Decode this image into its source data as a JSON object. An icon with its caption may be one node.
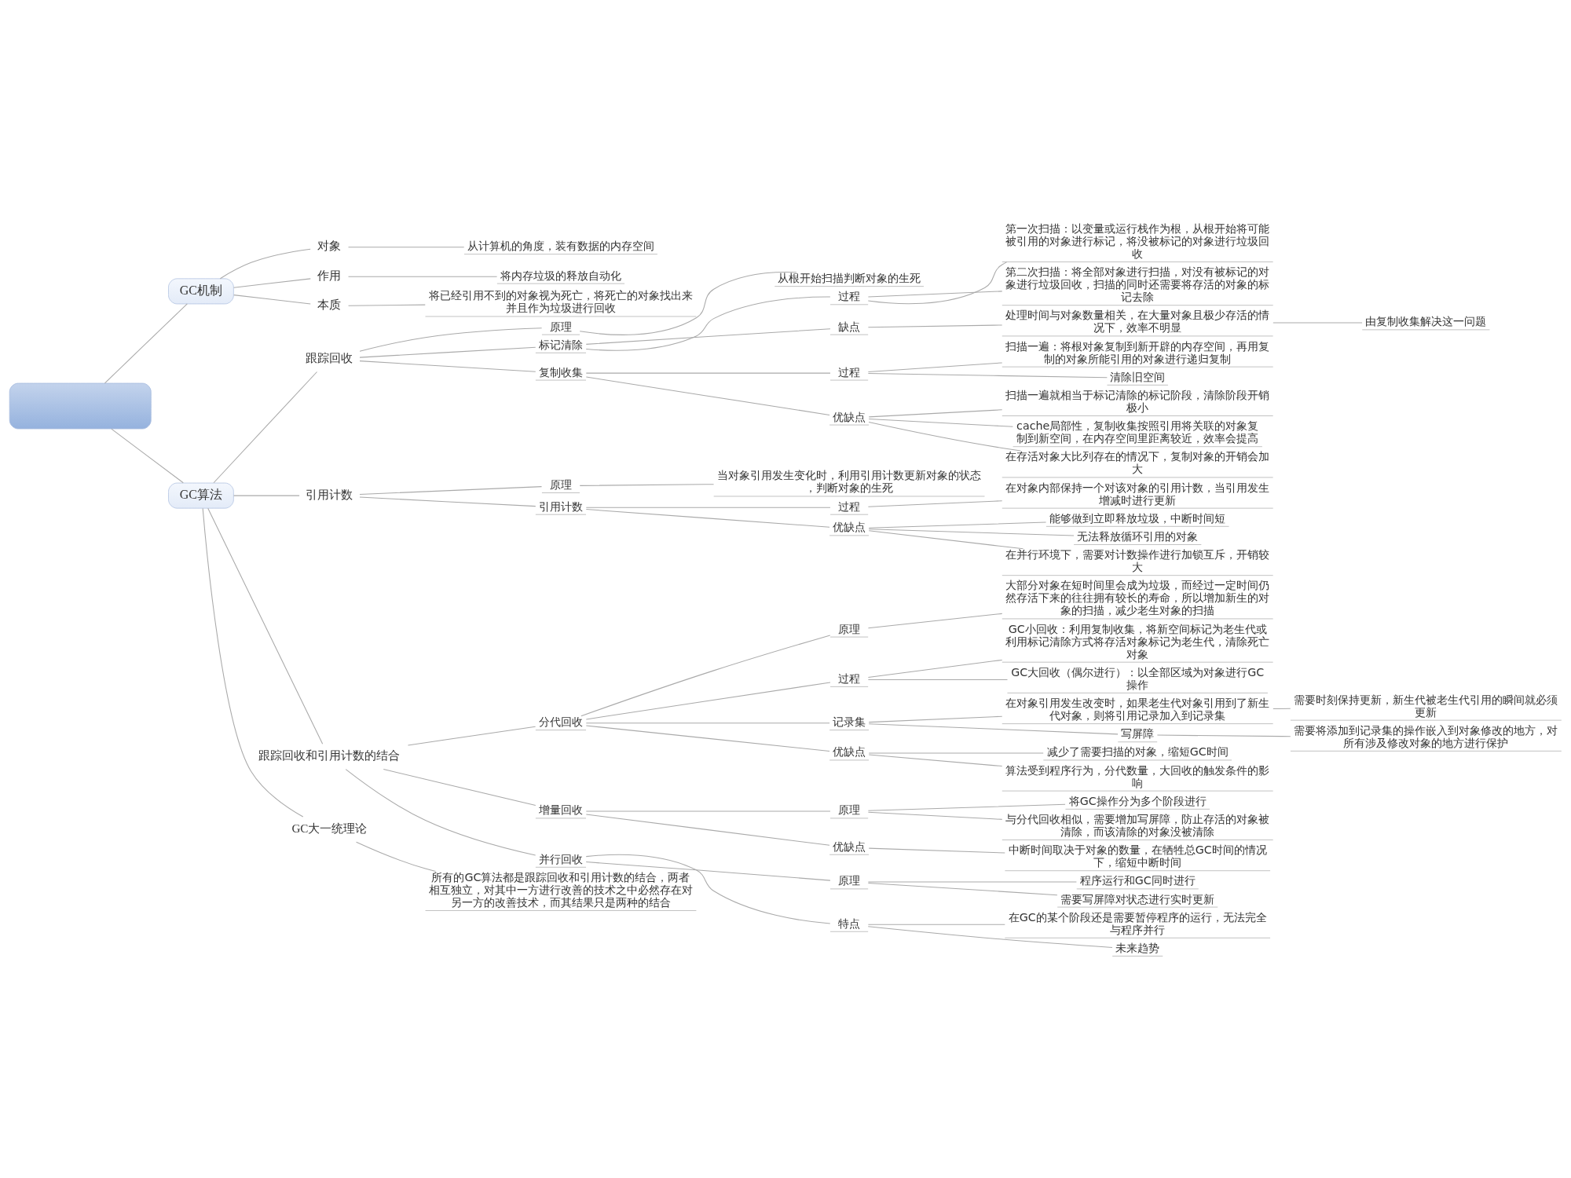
{
  "diagram": {
    "nodes": [
      {
        "text": [],
        "shape": "box"
      },
      {
        "text": [
          "GC机制"
        ]
      },
      {
        "text": [
          "对象"
        ]
      },
      {
        "text": [
          "从计算机的角度，装有数据的内存空间"
        ]
      },
      {
        "text": [
          "作用"
        ]
      },
      {
        "text": [
          "将内存垃圾的释放自动化"
        ]
      },
      {
        "text": [
          "本质"
        ]
      },
      {
        "text": [
          "将已经引用不到的对象视为死亡，将死亡的对象找出来并且作为垃圾进行回收"
        ]
      },
      {
        "text": [
          "GC算法"
        ]
      },
      {
        "text": [
          "跟踪回收"
        ]
      },
      {
        "text": [
          "原理"
        ]
      },
      {
        "text": [
          "从根开始扫描判断对象的生死"
        ]
      },
      {
        "text": [
          "标记清除"
        ]
      },
      {
        "text": [
          "过程"
        ]
      },
      {
        "text": [
          "第一次扫描：以变量或运行栈作为根，从根开始将可能被引用的对象进行标记，将没被标记的对象进行垃圾回收"
        ]
      },
      {
        "text": [
          "第二次扫描：将全部对象进行扫描，对没有被标记的对象进行垃圾回收，扫描的同时还需要将存活的对象的标记去除"
        ]
      },
      {
        "text": [
          "缺点"
        ]
      },
      {
        "text": [
          "处理时间与对象数量相关，在大量对象且极少存活的情况下，效率不明显"
        ]
      },
      {
        "text": [
          "由复制收集解决这一问题"
        ]
      },
      {
        "text": [
          "复制收集"
        ]
      },
      {
        "text": [
          "过程"
        ]
      },
      {
        "text": [
          "扫描一遍：将根对象复制到新开辟的内存空间，再用复制的对象所能引用的对象进行递归复制"
        ]
      },
      {
        "text": [
          "清除旧空间"
        ]
      },
      {
        "text": [
          "优缺点"
        ]
      },
      {
        "text": [
          "扫描一遍就相当于标记清除的标记阶段，清除阶段开销极小"
        ]
      },
      {
        "text": [
          "cache局部性，复制收集按照引用将关联的对象复制到新空间，在内存空间里距离较近，效率会提高"
        ]
      },
      {
        "text": [
          "在存活对象大比列存在的情况下，复制对象的开销会加大"
        ]
      },
      {
        "text": [
          "引用计数"
        ]
      },
      {
        "text": [
          "原理"
        ]
      },
      {
        "text": [
          "当对象引用发生变化时，利用引用计数更新对象的状态，判断对象的生死"
        ]
      },
      {
        "text": [
          "引用计数"
        ]
      },
      {
        "text": [
          "过程"
        ]
      },
      {
        "text": [
          "在对象内部保持一个对该对象的引用计数，当引用发生增减时进行更新"
        ]
      },
      {
        "text": [
          "优缺点"
        ]
      },
      {
        "text": [
          "能够做到立即释放垃圾，中断时间短"
        ]
      },
      {
        "text": [
          "无法释放循环引用的对象"
        ]
      },
      {
        "text": [
          "在并行环境下，需要对计数操作进行加锁互斥，开销较大"
        ]
      },
      {
        "text": [
          "跟踪回收和引用计数的结合"
        ]
      },
      {
        "text": [
          "分代回收"
        ]
      },
      {
        "text": [
          "原理"
        ]
      },
      {
        "text": [
          "大部分对象在短时间里会成为垃圾，而经过一定时间仍然存活下来的往往拥有较长的寿命，所以增加新生的对象的扫描，减少老生对象的扫描"
        ]
      },
      {
        "text": [
          "过程"
        ]
      },
      {
        "text": [
          "GC小回收：利用复制收集，将新空间标记为老生代或利用标记清除方式将存活对象标记为老生代，清除死亡对象"
        ]
      },
      {
        "text": [
          "GC大回收（偶尔进行）：以全部区域为对象进行GC操作"
        ]
      },
      {
        "text": [
          "记录集"
        ]
      },
      {
        "text": [
          "在对象引用发生改变时，如果老生代对象引用到了新生代对象，则将引用记录加入到记录集"
        ]
      },
      {
        "text": [
          "需要时刻保持更新，新生代被老生代引用的瞬间就必须更新"
        ]
      },
      {
        "text": [
          "写屏障"
        ]
      },
      {
        "text": [
          "需要将添加到记录集的操作嵌入到对象修改的地方，对所有涉及修改对象的地方进行保护"
        ]
      },
      {
        "text": [
          "优缺点"
        ]
      },
      {
        "text": [
          "减少了需要扫描的对象，缩短GC时间"
        ]
      },
      {
        "text": [
          "算法受到程序行为，分代数量，大回收的触发条件的影响"
        ]
      },
      {
        "text": [
          "增量回收"
        ]
      },
      {
        "text": [
          "原理"
        ]
      },
      {
        "text": [
          "将GC操作分为多个阶段进行"
        ]
      },
      {
        "text": [
          "与分代回收相似，需要增加写屏障，防止存活的对象被清除，而该清除的对象没被清除"
        ]
      },
      {
        "text": [
          "优缺点"
        ]
      },
      {
        "text": [
          "中断时间取决于对象的数量，在牺牲总GC时间的情况下，缩短中断时间"
        ]
      },
      {
        "text": [
          "并行回收"
        ]
      },
      {
        "text": [
          "原理"
        ]
      },
      {
        "text": [
          "程序运行和GC同时进行"
        ]
      },
      {
        "text": [
          "需要写屏障对状态进行实时更新"
        ]
      },
      {
        "text": [
          "特点"
        ]
      },
      {
        "text": [
          "在GC的某个阶段还是需要暂停程序的运行，无法完全与程序并行"
        ]
      },
      {
        "text": [
          "未来趋势"
        ]
      },
      {
        "text": [
          "GC大一统理论"
        ]
      },
      {
        "text": [
          "所有的GC算法都是跟踪回收和引用计数的结合，两者相互独立，对其中一方进行改善的技术之中必然存在对另一方的改善技术，而其结果只是两种的结合"
        ]
      }
    ],
    "edges": [
      {
        "from": 0,
        "to": 1,
        "arrow": "none"
      },
      {
        "from": 1,
        "to": 2,
        "arrow": "none"
      },
      {
        "from": 2,
        "to": 3,
        "arrow": "none"
      },
      {
        "from": 1,
        "to": 4,
        "arrow": "none"
      },
      {
        "from": 4,
        "to": 5,
        "arrow": "none"
      },
      {
        "from": 1,
        "to": 6,
        "arrow": "none"
      },
      {
        "from": 6,
        "to": 7,
        "arrow": "none"
      },
      {
        "from": 0,
        "to": 8,
        "arrow": "none"
      },
      {
        "from": 8,
        "to": 9,
        "arrow": "none"
      },
      {
        "from": 9,
        "to": 10,
        "arrow": "none"
      },
      {
        "from": 10,
        "to": 11,
        "arrow": "none"
      },
      {
        "from": 9,
        "to": 12,
        "arrow": "none"
      },
      {
        "from": 12,
        "to": 13,
        "arrow": "none"
      },
      {
        "from": 13,
        "to": 14,
        "arrow": "none"
      },
      {
        "from": 13,
        "to": 15,
        "arrow": "none"
      },
      {
        "from": 12,
        "to": 16,
        "arrow": "none"
      },
      {
        "from": 16,
        "to": 17,
        "arrow": "none"
      },
      {
        "from": 17,
        "to": 18,
        "arrow": "none"
      },
      {
        "from": 9,
        "to": 19,
        "arrow": "none"
      },
      {
        "from": 19,
        "to": 20,
        "arrow": "none"
      },
      {
        "from": 20,
        "to": 21,
        "arrow": "none"
      },
      {
        "from": 20,
        "to": 22,
        "arrow": "none"
      },
      {
        "from": 19,
        "to": 23,
        "arrow": "none"
      },
      {
        "from": 23,
        "to": 24,
        "arrow": "none"
      },
      {
        "from": 23,
        "to": 25,
        "arrow": "none"
      },
      {
        "from": 23,
        "to": 26,
        "arrow": "none"
      },
      {
        "from": 8,
        "to": 27,
        "arrow": "none"
      },
      {
        "from": 27,
        "to": 28,
        "arrow": "none"
      },
      {
        "from": 28,
        "to": 29,
        "arrow": "none"
      },
      {
        "from": 27,
        "to": 30,
        "arrow": "none"
      },
      {
        "from": 30,
        "to": 31,
        "arrow": "none"
      },
      {
        "from": 31,
        "to": 32,
        "arrow": "none"
      },
      {
        "from": 30,
        "to": 33,
        "arrow": "none"
      },
      {
        "from": 33,
        "to": 34,
        "arrow": "none"
      },
      {
        "from": 33,
        "to": 35,
        "arrow": "none"
      },
      {
        "from": 33,
        "to": 36,
        "arrow": "none"
      },
      {
        "from": 8,
        "to": 37,
        "arrow": "none"
      },
      {
        "from": 37,
        "to": 38,
        "arrow": "none"
      },
      {
        "from": 38,
        "to": 39,
        "arrow": "none"
      },
      {
        "from": 39,
        "to": 40,
        "arrow": "none"
      },
      {
        "from": 38,
        "to": 41,
        "arrow": "none"
      },
      {
        "from": 41,
        "to": 42,
        "arrow": "none"
      },
      {
        "from": 41,
        "to": 43,
        "arrow": "none"
      },
      {
        "from": 38,
        "to": 44,
        "arrow": "none"
      },
      {
        "from": 44,
        "to": 45,
        "arrow": "none"
      },
      {
        "from": 45,
        "to": 46,
        "arrow": "none"
      },
      {
        "from": 44,
        "to": 47,
        "arrow": "none"
      },
      {
        "from": 47,
        "to": 48,
        "arrow": "none"
      },
      {
        "from": 38,
        "to": 49,
        "arrow": "none"
      },
      {
        "from": 49,
        "to": 50,
        "arrow": "none"
      },
      {
        "from": 49,
        "to": 51,
        "arrow": "none"
      },
      {
        "from": 37,
        "to": 52,
        "arrow": "none"
      },
      {
        "from": 52,
        "to": 53,
        "arrow": "none"
      },
      {
        "from": 53,
        "to": 54,
        "arrow": "none"
      },
      {
        "from": 53,
        "to": 55,
        "arrow": "none"
      },
      {
        "from": 52,
        "to": 56,
        "arrow": "none"
      },
      {
        "from": 56,
        "to": 57,
        "arrow": "none"
      },
      {
        "from": 37,
        "to": 58,
        "arrow": "none"
      },
      {
        "from": 58,
        "to": 59,
        "arrow": "none"
      },
      {
        "from": 59,
        "to": 60,
        "arrow": "none"
      },
      {
        "from": 59,
        "to": 61,
        "arrow": "none"
      },
      {
        "from": 58,
        "to": 62,
        "arrow": "none"
      },
      {
        "from": 62,
        "to": 63,
        "arrow": "none"
      },
      {
        "from": 62,
        "to": 64,
        "arrow": "none"
      },
      {
        "from": 8,
        "to": 65,
        "arrow": "none"
      },
      {
        "from": 65,
        "to": 66,
        "arrow": "none"
      }
    ]
  }
}
